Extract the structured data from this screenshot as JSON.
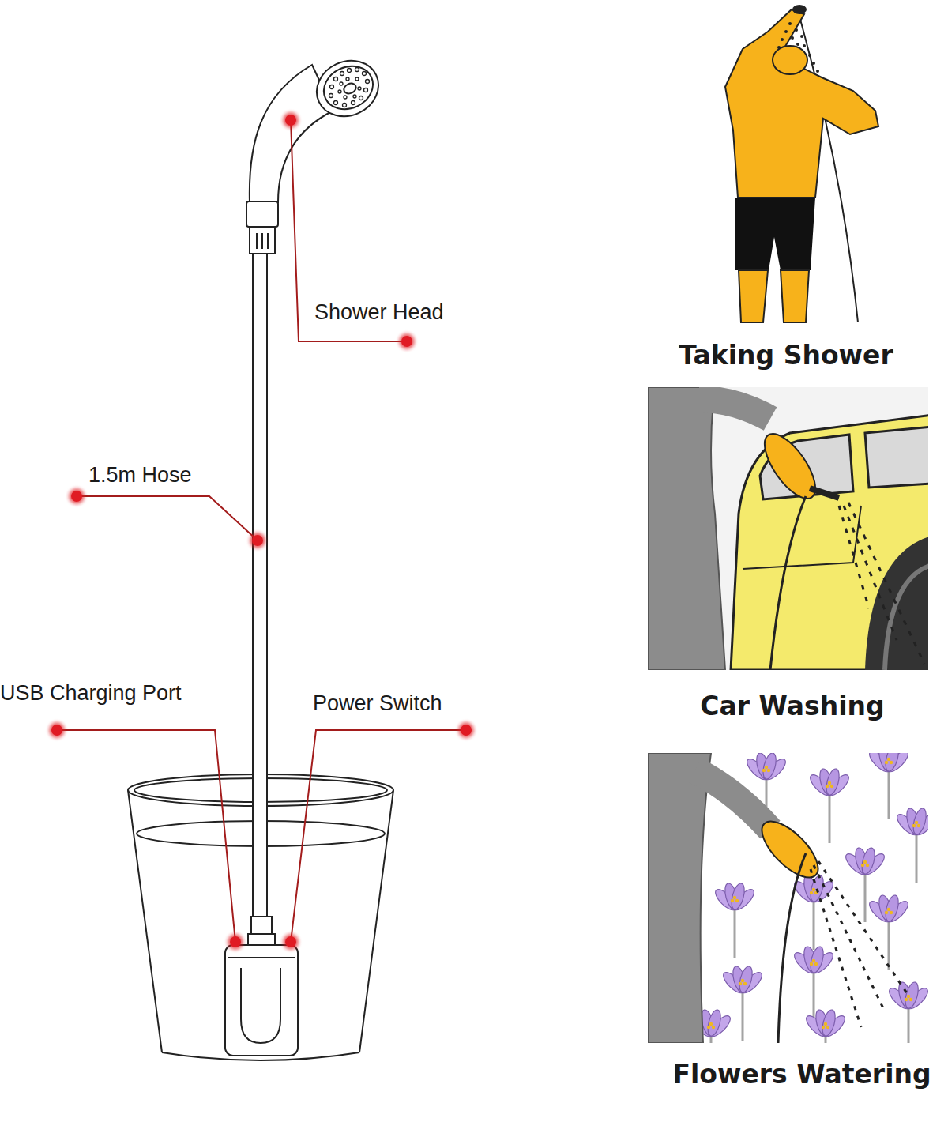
{
  "diagram": {
    "labels": [
      "Shower Head",
      "1.5m Hose",
      "USB Charging Port",
      "Power Switch",
      "Taking Shower",
      "Car Washing",
      "Flowers Watering"
    ]
  }
}
